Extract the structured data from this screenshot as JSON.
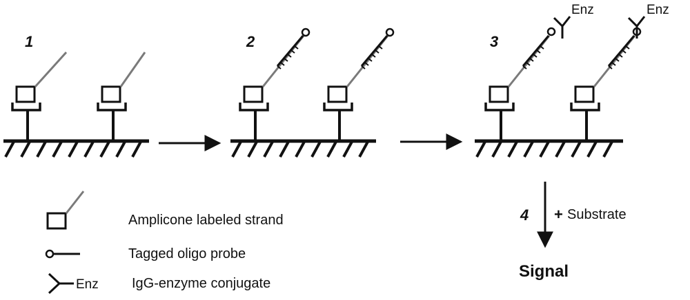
{
  "steps": [
    "1",
    "2",
    "3",
    "4"
  ],
  "enzyme_label": "Enz",
  "substrate_label": "Substrate",
  "plus_sign": "+",
  "signal_label": "Signal",
  "legend": {
    "amplicone": "Amplicone labeled strand",
    "probe": "Tagged oligo probe",
    "conjugate": "IgG-enzyme conjugate",
    "conjugate_enz": "Enz"
  },
  "colors": {
    "ink": "#111111",
    "strand": "#7a7a7a"
  }
}
